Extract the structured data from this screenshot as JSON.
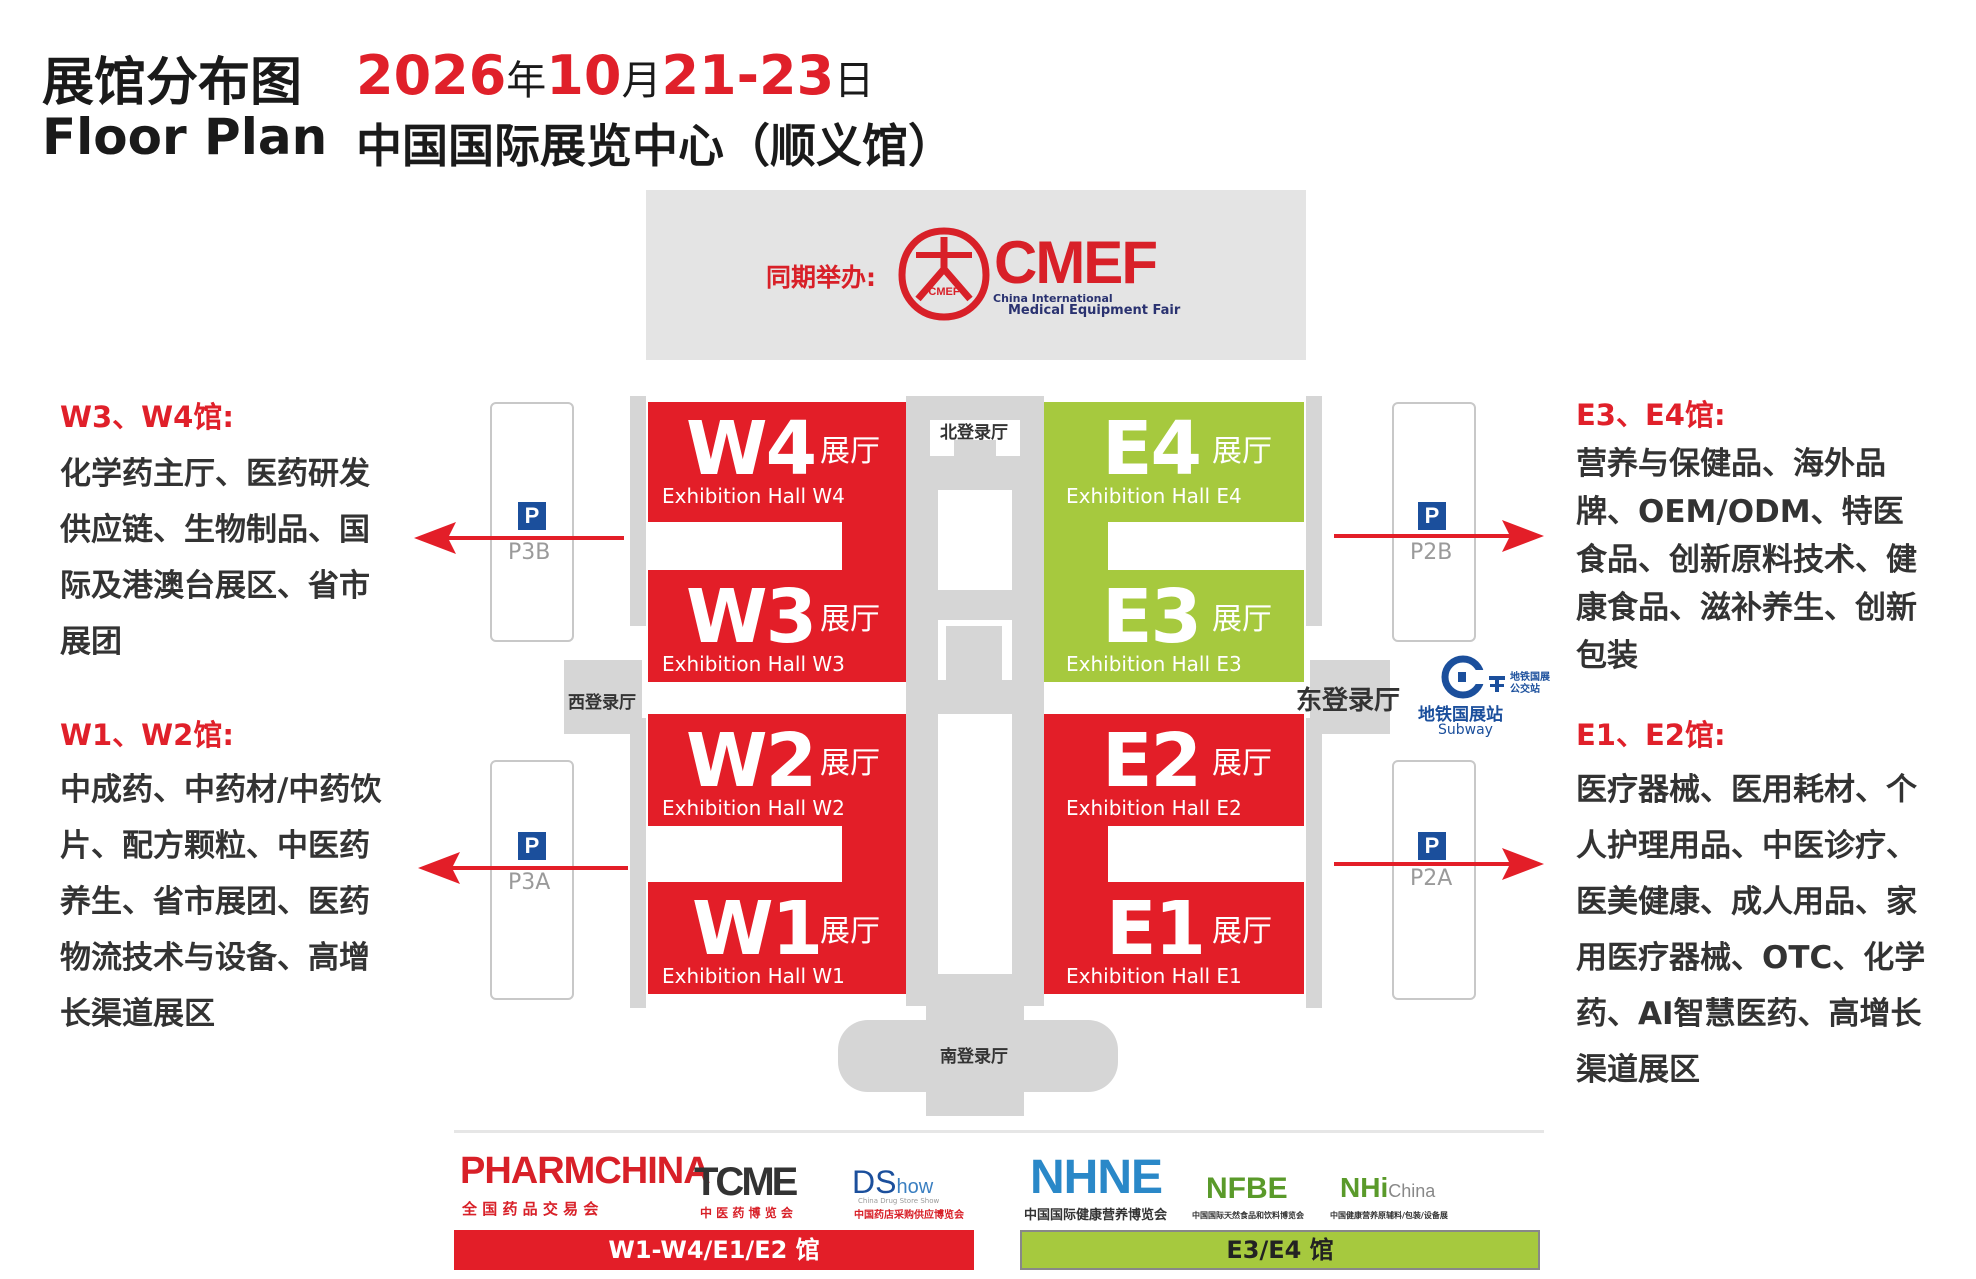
{
  "header": {
    "title_cn": "展馆分布图",
    "title_en": "Floor Plan",
    "date_year": "2026",
    "date_year_unit": "年",
    "date_month": "10",
    "date_month_unit": "月",
    "date_days": "21-23",
    "date_day_unit": "日",
    "venue": "中国国际展览中心（顺义馆）"
  },
  "cmef": {
    "prefix": "同期举办:",
    "name": "CMEF",
    "logo_small": "CMEF",
    "sub1": "China International",
    "sub2": "Medical Equipment Fair"
  },
  "lobbies": {
    "north": "北登录厅",
    "south": "南登录厅",
    "west": "西登录厅",
    "east": "东登录厅"
  },
  "halls": {
    "W4": {
      "code": "W4",
      "zt": "展厅",
      "en": "Exhibition Hall W4"
    },
    "W3": {
      "code": "W3",
      "zt": "展厅",
      "en": "Exhibition Hall W3"
    },
    "W2": {
      "code": "W2",
      "zt": "展厅",
      "en": "Exhibition Hall W2"
    },
    "W1": {
      "code": "W1",
      "zt": "展厅",
      "en": "Exhibition Hall W1"
    },
    "E4": {
      "code": "E4",
      "zt": "展厅",
      "en": "Exhibition Hall E4"
    },
    "E3": {
      "code": "E3",
      "zt": "展厅",
      "en": "Exhibition Hall E3"
    },
    "E2": {
      "code": "E2",
      "zt": "展厅",
      "en": "Exhibition Hall E2"
    },
    "E1": {
      "code": "E1",
      "zt": "展厅",
      "en": "Exhibition Hall E1"
    }
  },
  "parking": {
    "badge": "P",
    "p3b": "P3B",
    "p3a": "P3A",
    "p2b": "P2B",
    "p2a": "P2A"
  },
  "subway": {
    "cn": "地铁国展站",
    "en": "Subway",
    "right_line1": "地铁国展",
    "right_line2": "公交站"
  },
  "sections": {
    "w34": {
      "title": "W3、W4馆:",
      "lines": [
        "化学药主厅、医药研发",
        "供应链、生物制品、国",
        "际及港澳台展区、省市",
        "展团"
      ]
    },
    "w12": {
      "title": "W1、W2馆:",
      "lines": [
        "中成药、中药材/中药饮",
        "片、配方颗粒、中医药",
        "养生、省市展团、医药",
        "物流技术与设备、高增",
        "长渠道展区"
      ]
    },
    "e34": {
      "title": "E3、E4馆:",
      "lines": [
        "营养与保健品、海外品",
        "牌、OEM/ODM、特医",
        "食品、创新原料技术、健",
        "康食品、滋补养生、创新",
        "包装"
      ]
    },
    "e12": {
      "title": "E1、E2馆:",
      "lines": [
        "医疗器械、医用耗材、个",
        "人护理用品、中医诊疗、",
        "医美健康、成人用品、家",
        "用医疗器械、OTC、化学",
        "药、AI智慧医药、高增长",
        "渠道展区"
      ]
    }
  },
  "footer": {
    "pharmchina": "PHARMCHINA",
    "pharmchina_cn": "全 国 药 品 交 易 会",
    "tcme": "TCME",
    "tcme_cn": "中 医 药 博 览 会",
    "ds": "DS",
    "ds_show": "how",
    "ds_sub": "China Drug Store Show",
    "ds_cn": "中国药店采购供应博览会",
    "nhne": "NHNE",
    "nhne_cn": "中国国际健康营养博览会",
    "nfbe": "NFBE",
    "nfbe_cn": "中国国际天然食品和饮料博览会",
    "nhi": "NHi",
    "nhi_china": "China",
    "nhi_cn": "中国健康营养原辅料/包装/设备展",
    "left_band": "W1-W4/E1/E2 馆",
    "right_band": "E3/E4 馆"
  },
  "colors": {
    "red": "#e31e28",
    "green": "#a6c93e",
    "blue": "#1b4f9c",
    "corridor": "#d6d6d6"
  }
}
